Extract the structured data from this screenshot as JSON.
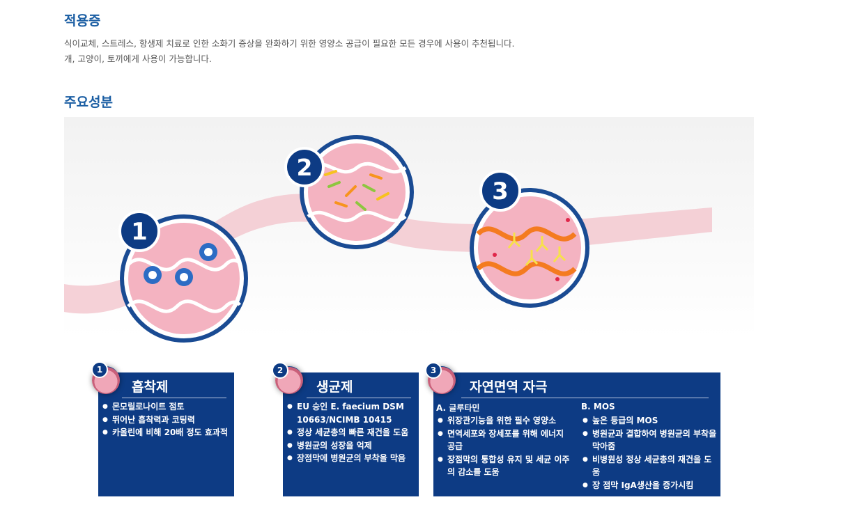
{
  "sections": {
    "indication_title": "적용증",
    "indication_lines": [
      "식이교체, 스트레스, 항생제 치료로 인한 소화기 증상을 완화하기 위한 영양소 공급이 필요한 모든 경우에 사용이 추천됩니다.",
      "개, 고양이, 토끼에게 사용이 가능합니다."
    ],
    "ingredients_title": "주요성분"
  },
  "figure": {
    "circle_numbers": [
      "1",
      "2",
      "3"
    ],
    "colors": {
      "navy": "#0d3b84",
      "pink": "#f0a7b8",
      "ribbon": "#f3c6cd"
    },
    "boxes": [
      {
        "number": "1",
        "title": "흡착제",
        "items": [
          "몬모릴로나이트 점토",
          "뛰어난 흡착력과 코팅력",
          "카올린에 비해 20배 정도 효과적"
        ]
      },
      {
        "number": "2",
        "title": "생균제",
        "items": [
          "EU 승인 E. faecium DSM 10663/NCIMB 10415",
          "정상 세균총의 빠른 재건을 도움",
          "병원균의 성장을 억제",
          "장점막에 병원균의 부착을 막음"
        ]
      },
      {
        "number": "3",
        "title": "자연면역 자극",
        "col_a_title": "A. 글루타민",
        "col_a_items": [
          "위장관기능을 위한 필수 영양소",
          "면역세포와 장세포를 위해 에너지 공급",
          "장점막의 통합성 유지 및 세균 이주의 감소를 도움"
        ],
        "col_b_title": "B. MOS",
        "col_b_items": [
          "높은 등급의 MOS",
          "병원균과 결합하여 병원균의 부착을 막아줌",
          "비병원성 정상 세균총의 재건을 도움",
          "장 점막 IgA생산을 증가시킴"
        ]
      }
    ]
  }
}
